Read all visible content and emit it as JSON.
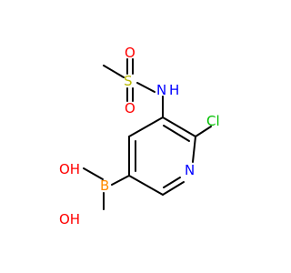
{
  "molecule": {
    "atoms": {
      "S": {
        "symbol": "S",
        "color": "#b8b800"
      },
      "O_top": {
        "symbol": "O",
        "color": "#ff0000"
      },
      "O_bot": {
        "symbol": "O",
        "color": "#ff0000"
      },
      "N": {
        "symbol": "N",
        "color": "#0000ff"
      },
      "H_N": {
        "symbol": "H",
        "color": "#0000ff"
      },
      "Cl": {
        "symbol": "Cl",
        "color": "#00c000"
      },
      "N_ring": {
        "symbol": "N",
        "color": "#0000ff"
      },
      "B": {
        "symbol": "B",
        "color": "#ff8c00"
      },
      "OH_top": {
        "symbol": "OH",
        "color": "#ff0000"
      },
      "H_top": {
        "symbol": "H",
        "color": "#ff0000"
      },
      "OH_bot": {
        "symbol": "OH",
        "color": "#ff0000"
      },
      "H_bot": {
        "symbol": "H",
        "color": "#ff0000"
      }
    }
  }
}
